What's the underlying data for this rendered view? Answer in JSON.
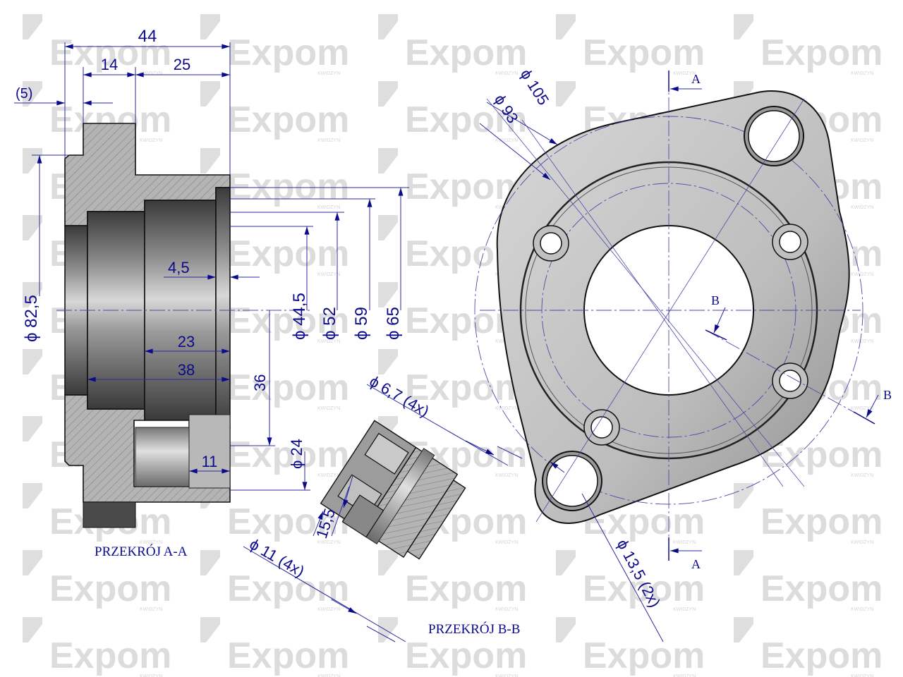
{
  "watermark": {
    "brand": "Expom",
    "sub": "KWIDZYN",
    "color": "#dcdcdc"
  },
  "section_aa": {
    "caption": "PRZEKRÓJ A-A",
    "dims": {
      "d44": "44",
      "d14": "14",
      "d25": "25",
      "d5": "(5)",
      "d82_5": "ϕ 82,5",
      "d4_5": "4,5",
      "d44_5": "ϕ 44,5",
      "d52": "ϕ 52",
      "d59": "ϕ 59",
      "d65": "ϕ 65",
      "d23": "23",
      "d38": "38",
      "d36": "36",
      "d24": "ϕ 24",
      "d11": "11"
    }
  },
  "section_bb": {
    "caption": "PRZEKRÓJ B-B",
    "dims": {
      "d6_7": "ϕ 6,7  (4x)",
      "d15_5": "15,5",
      "d11": "ϕ 11  (4x)"
    }
  },
  "front_view": {
    "dims": {
      "d105": "ϕ 105",
      "d93": "ϕ 93",
      "d13_5": "ϕ 13,5  (2x)"
    },
    "markers": {
      "a_top": "A",
      "a_bottom": "A",
      "b_left": "B",
      "b_right": "B"
    }
  },
  "colors": {
    "dimension": "#0b0b8c",
    "metal_face": "#c8c8c8",
    "hatch": "#a8a8a8"
  }
}
